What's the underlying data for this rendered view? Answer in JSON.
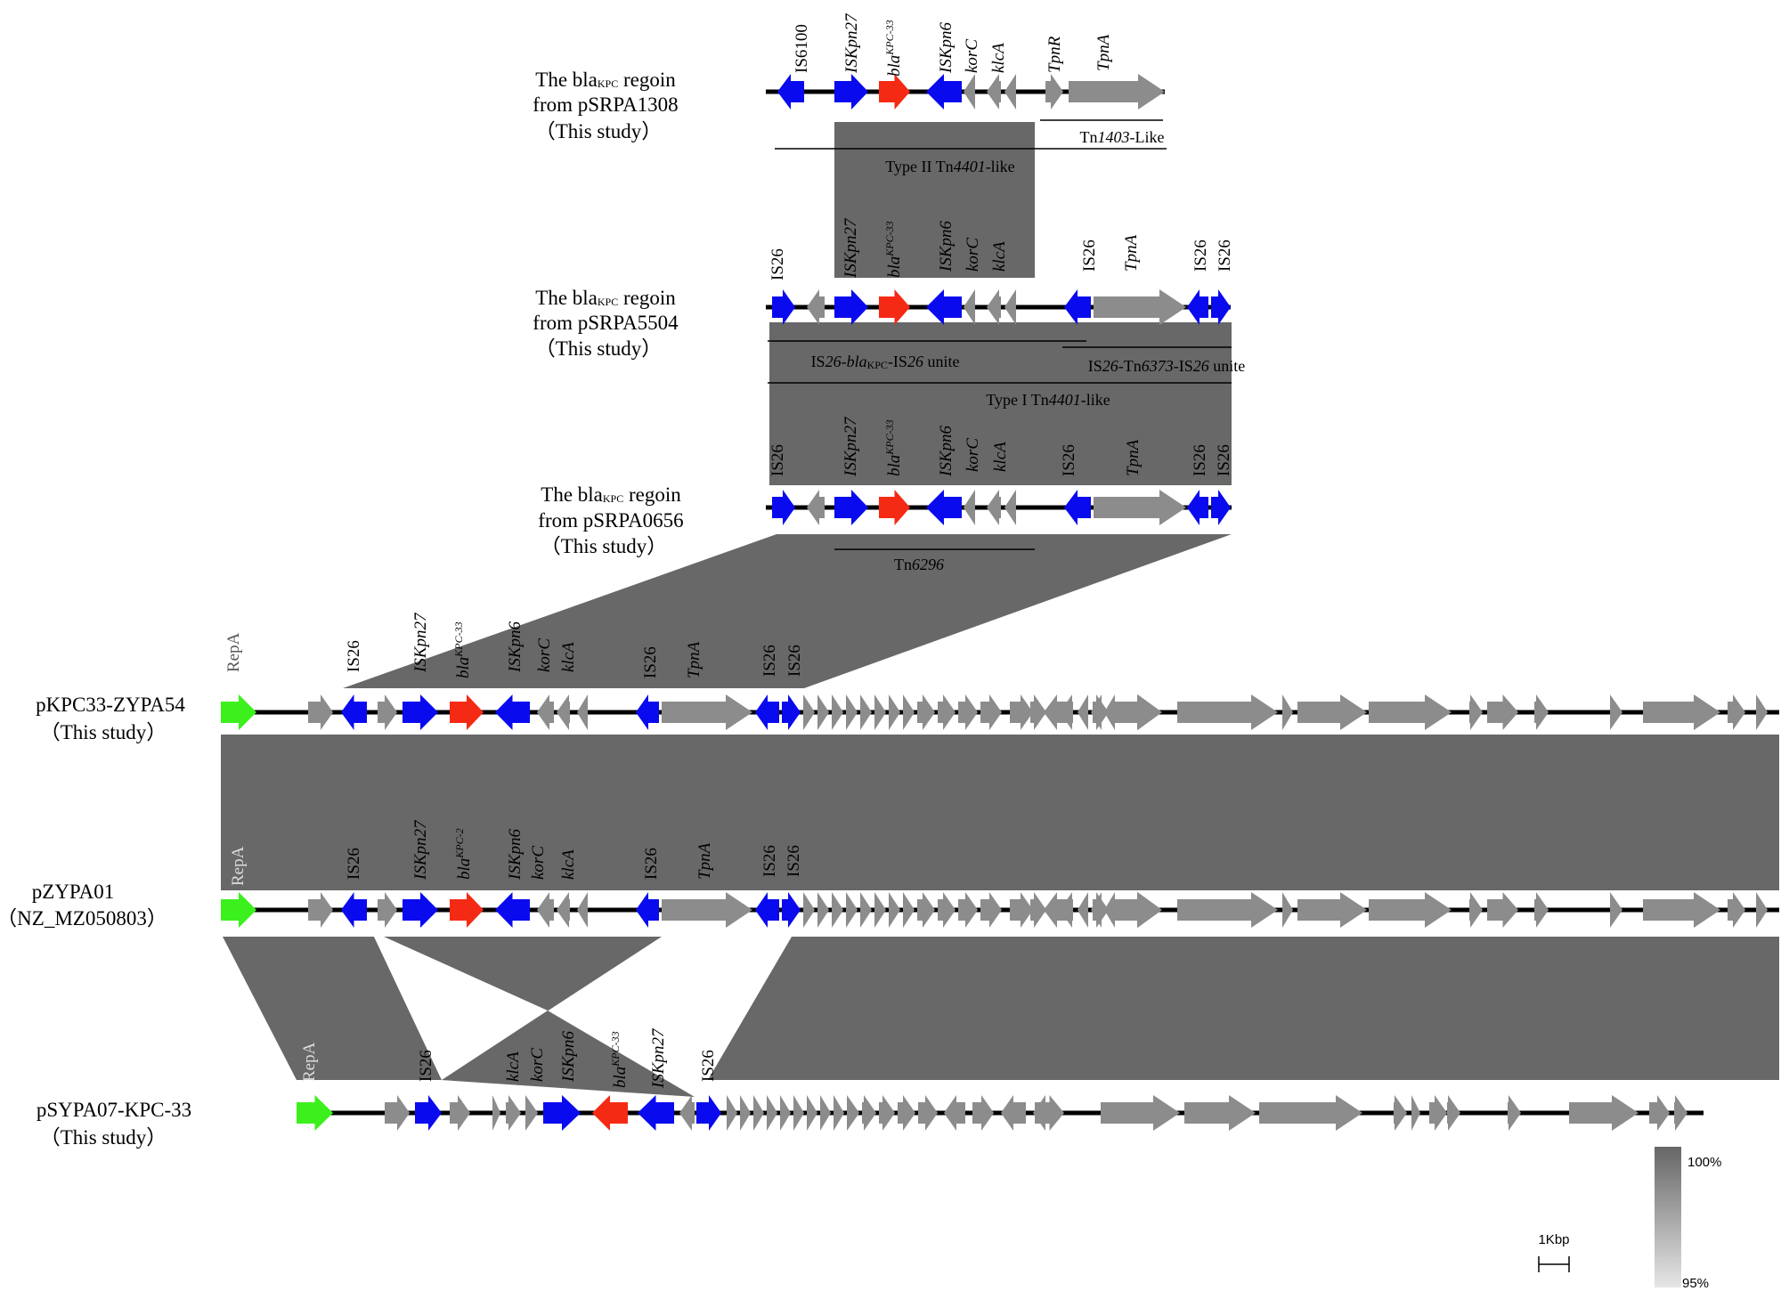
{
  "colors": {
    "is_element": "#0a0aef",
    "kpc_gene": "#f52a14",
    "repA": "#3cf01e",
    "other_gene": "#8c8c8c",
    "homology_block": "#686868",
    "backbone": "#000000"
  },
  "rows": [
    {
      "id": "pSRPA1308",
      "title": [
        "The bla",
        "KPC",
        " regoin",
        "from pSRPA1308",
        "（This study）"
      ],
      "gene_labels": [
        "IS6100",
        "ISKpn27",
        "bla",
        "KPC-33",
        "ISKpn6",
        "korC",
        "klcA",
        "TpnR",
        "TpnA"
      ]
    },
    {
      "id": "pSRPA5504",
      "title": [
        "The bla",
        "KPC",
        " regoin",
        "from pSRPA5504",
        "（This study）"
      ],
      "gene_labels": [
        "IS26",
        "ISKpn27",
        "bla",
        "KPC-33",
        "ISKpn6",
        "korC",
        "klcA",
        "IS26",
        "TpnA",
        "IS26",
        "IS26"
      ]
    },
    {
      "id": "pSRPA0656",
      "title": [
        "The bla",
        "KPC",
        " regoin",
        "from pSRPA0656",
        "（This study）"
      ],
      "gene_labels": [
        "IS26",
        "ISKpn27",
        "bla",
        "KPC-33",
        "ISKpn6",
        "korC",
        "klcA",
        "IS26",
        "TpnA",
        "IS26",
        "IS26"
      ]
    },
    {
      "id": "pKPC33-ZYPA54",
      "title": [
        "pKPC33-ZYPA54",
        "（This study）"
      ],
      "gene_labels": [
        "RepA",
        "IS26",
        "ISKpn27",
        "bla",
        "KPC-33",
        "ISKpn6",
        "korC",
        "klcA",
        "IS26",
        "TpnA",
        "IS26",
        "IS26"
      ]
    },
    {
      "id": "pZYPA01",
      "title": [
        "pZYPA01",
        "（NZ_MZ050803）"
      ],
      "gene_labels": [
        "RepA",
        "IS26",
        "ISKpn27",
        "bla",
        "KPC-2",
        "ISKpn6",
        "korC",
        "klcA",
        "IS26",
        "TpnA",
        "IS26",
        "IS26"
      ]
    },
    {
      "id": "pSYPA07-KPC-33",
      "title": [
        "pSYPA07-KPC-33",
        "（This study）"
      ],
      "gene_labels": [
        "RepA",
        "IS26",
        "klcA",
        "korC",
        "ISKpn6",
        "bla",
        "KPC-33",
        "ISKpn27",
        "IS26"
      ]
    }
  ],
  "annotations": {
    "tn1403": [
      "Tn",
      "1403",
      "-Like"
    ],
    "type2": [
      "Type II Tn",
      "4401",
      "-like"
    ],
    "is26_kpc": [
      "IS",
      "26",
      "-",
      "bla",
      "KPC",
      "-IS",
      "26",
      " unite"
    ],
    "is26_tn6373": [
      "IS",
      "26",
      "-Tn",
      "6373",
      "-IS",
      "26",
      " unite"
    ],
    "type1": [
      "Type I Tn",
      "4401",
      "-like"
    ],
    "tn6296": [
      "Tn",
      "6296"
    ]
  },
  "scale": {
    "bar_label": "1Kbp",
    "legend_max": "100%",
    "legend_min": "95%"
  }
}
